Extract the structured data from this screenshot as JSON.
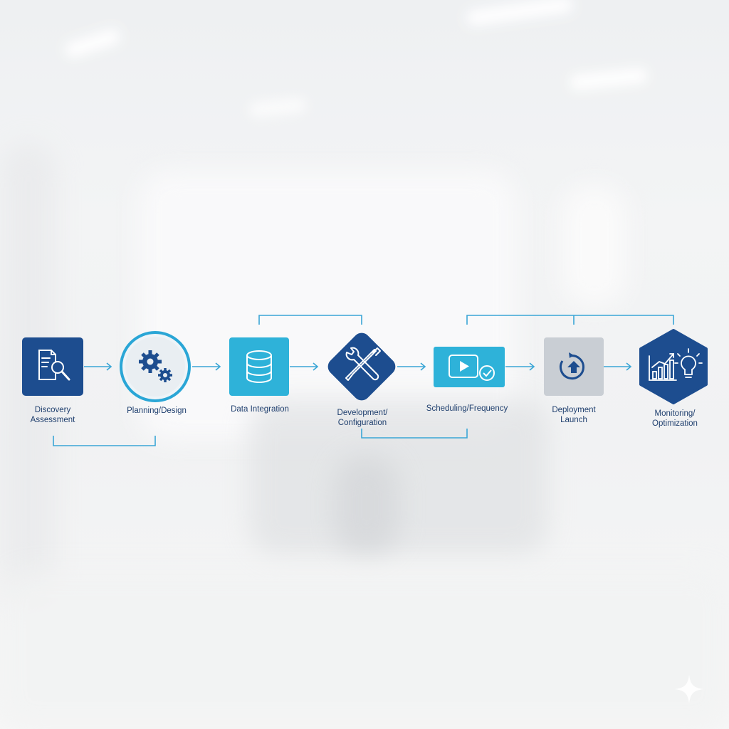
{
  "stages": [
    {
      "label": "Discovery\nAssessment",
      "icon": "document-search-icon"
    },
    {
      "label": "Planning/Design",
      "icon": "gears-icon"
    },
    {
      "label": "Data Integration",
      "icon": "database-icon"
    },
    {
      "label": "Development/\nConfiguration",
      "icon": "wrench-screwdriver-icon"
    },
    {
      "label": "Scheduling/Frequency",
      "icon": "play-check-icon"
    },
    {
      "label": "Deployment\nLaunch",
      "icon": "upload-arrow-icon"
    },
    {
      "label": "Monitoring/\nOptimization",
      "icon": "chart-lightbulb-icon"
    }
  ],
  "colors": {
    "navy": "#1d4d8f",
    "teal": "#2eb2d9",
    "ring": "#2aa6d6",
    "connector": "#3aa6d6",
    "grey_tile": "#c9ced4",
    "label": "#1f3f6e"
  }
}
